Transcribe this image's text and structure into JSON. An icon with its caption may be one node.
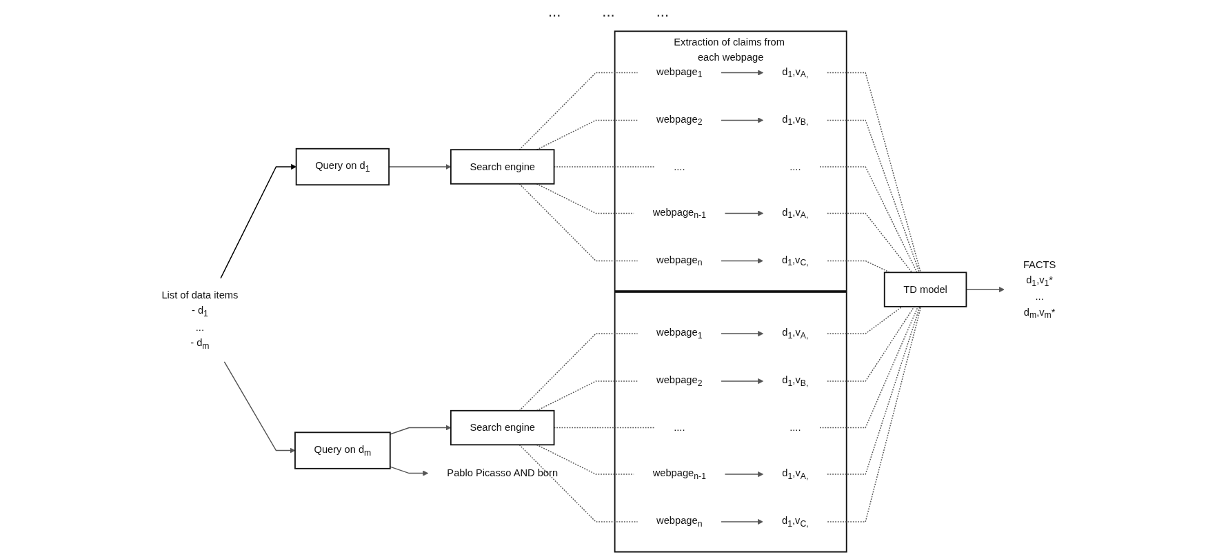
{
  "diagram": {
    "nodes": [
      {
        "text": [
          "List of data items",
          "- d$_{1}$",
          "...",
          "- d$_{m}$"
        ]
      },
      {
        "text": [
          "Query on d$_{1}$"
        ]
      },
      {
        "text": [
          "Search engine"
        ]
      },
      {
        "text": [
          "Extraction of claims from each webpage"
        ]
      },
      {
        "text": [
          "webpage$_{1}$"
        ],
        "in": 3
      },
      {
        "text": [
          "d$_{1}$,v$_{A,}$"
        ],
        "in": 3
      },
      {
        "text": [
          "webpage$_{2}$"
        ],
        "in": 3
      },
      {
        "text": [
          "d$_{1}$,v$_{B,}$"
        ],
        "in": 3
      },
      {
        "text": [
          "...."
        ],
        "in": 3
      },
      {
        "text": [
          "...."
        ],
        "in": 3
      },
      {
        "text": [
          "webpage$_{n-1}$"
        ],
        "in": 3
      },
      {
        "text": [
          "d$_{1}$,v$_{A,}$"
        ],
        "in": 3
      },
      {
        "text": [
          "webpage$_{n}$"
        ],
        "in": 3
      },
      {
        "text": [
          "d$_{1}$,v$_{C,}$"
        ],
        "in": 3
      },
      {
        "text": [
          "TD model"
        ]
      },
      {
        "text": [
          "FACTS",
          "d$_{1}$,v$_{1}$*",
          "...",
          "d$_{m}$,v$_{m}$*"
        ]
      },
      {
        "text": [
          "Query on d$_{m}$"
        ]
      },
      {
        "text": [
          "Search engine"
        ]
      },
      {
        "text": [],
        "shape": "box"
      },
      {
        "text": [
          "webpage$_{1}$"
        ],
        "in": 18
      },
      {
        "text": [
          "d$_{1}$,v$_{A,}$"
        ],
        "in": 18
      },
      {
        "text": [
          "webpage$_{2}$"
        ],
        "in": 18
      },
      {
        "text": [
          "d$_{1}$,v$_{B,}$"
        ],
        "in": 18
      },
      {
        "text": [
          "...."
        ],
        "in": 18
      },
      {
        "text": [
          "...."
        ],
        "in": 18
      },
      {
        "text": [
          "webpage$_{n-1}$"
        ],
        "in": 18
      },
      {
        "text": [
          "d$_{1}$,v$_{A,}$"
        ],
        "in": 18
      },
      {
        "text": [
          "webpage$_{n}$"
        ],
        "in": 18
      },
      {
        "text": [
          "d$_{1}$,v$_{C,}$"
        ],
        "in": 18
      },
      {
        "text": [
          "Pablo Picasso AND born"
        ]
      }
    ],
    "edges": [
      {
        "from": 0,
        "to": 1,
        "arrow": "to",
        "color": "#000000"
      },
      {
        "from": 0,
        "to": 16,
        "arrow": "to"
      },
      {
        "from": 1,
        "to": 2,
        "arrow": "to"
      },
      {
        "from": 2,
        "to": 4,
        "arrow": "none",
        "style": "dashed"
      },
      {
        "from": 2,
        "to": 6,
        "arrow": "none",
        "style": "dashed"
      },
      {
        "from": 2,
        "to": 8,
        "arrow": "none",
        "style": "dashed"
      },
      {
        "from": 2,
        "to": 10,
        "arrow": "none",
        "style": "dashed"
      },
      {
        "from": 2,
        "to": 12,
        "arrow": "none",
        "style": "dashed"
      },
      {
        "from": 4,
        "to": 5,
        "arrow": "to"
      },
      {
        "from": 6,
        "to": 7,
        "arrow": "to"
      },
      {
        "from": 10,
        "to": 11,
        "arrow": "to"
      },
      {
        "from": 12,
        "to": 13,
        "arrow": "to"
      },
      {
        "from": 5,
        "to": 14,
        "arrow": "none",
        "style": "dashed"
      },
      {
        "from": 7,
        "to": 14,
        "arrow": "none",
        "style": "dashed"
      },
      {
        "from": 9,
        "to": 14,
        "arrow": "none",
        "style": "dashed"
      },
      {
        "from": 11,
        "to": 14,
        "arrow": "none",
        "style": "dashed"
      },
      {
        "from": 13,
        "to": 14,
        "arrow": "none",
        "style": "dashed"
      },
      {
        "from": 16,
        "to": 17,
        "arrow": "to"
      },
      {
        "from": 17,
        "to": 19,
        "arrow": "none",
        "style": "dashed"
      },
      {
        "from": 17,
        "to": 21,
        "arrow": "none",
        "style": "dashed"
      },
      {
        "from": 17,
        "to": 23,
        "arrow": "none",
        "style": "dashed"
      },
      {
        "from": 17,
        "to": 25,
        "arrow": "none",
        "style": "dashed"
      },
      {
        "from": 17,
        "to": 27,
        "arrow": "none",
        "style": "dashed"
      },
      {
        "from": 19,
        "to": 20,
        "arrow": "to"
      },
      {
        "from": 21,
        "to": 22,
        "arrow": "to"
      },
      {
        "from": 25,
        "to": 26,
        "arrow": "to"
      },
      {
        "from": 27,
        "to": 28,
        "arrow": "to"
      },
      {
        "from": 20,
        "to": 14,
        "arrow": "none",
        "style": "dashed"
      },
      {
        "from": 22,
        "to": 14,
        "arrow": "none",
        "style": "dashed"
      },
      {
        "from": 24,
        "to": 14,
        "arrow": "none",
        "style": "dashed"
      },
      {
        "from": 26,
        "to": 14,
        "arrow": "none",
        "style": "dashed"
      },
      {
        "from": 28,
        "to": 14,
        "arrow": "none",
        "style": "dashed"
      },
      {
        "from": 14,
        "to": 15,
        "arrow": "to"
      },
      {
        "from": 16,
        "to": 29,
        "arrow": "to"
      }
    ],
    "labels": [
      "...",
      "...",
      "..."
    ]
  }
}
